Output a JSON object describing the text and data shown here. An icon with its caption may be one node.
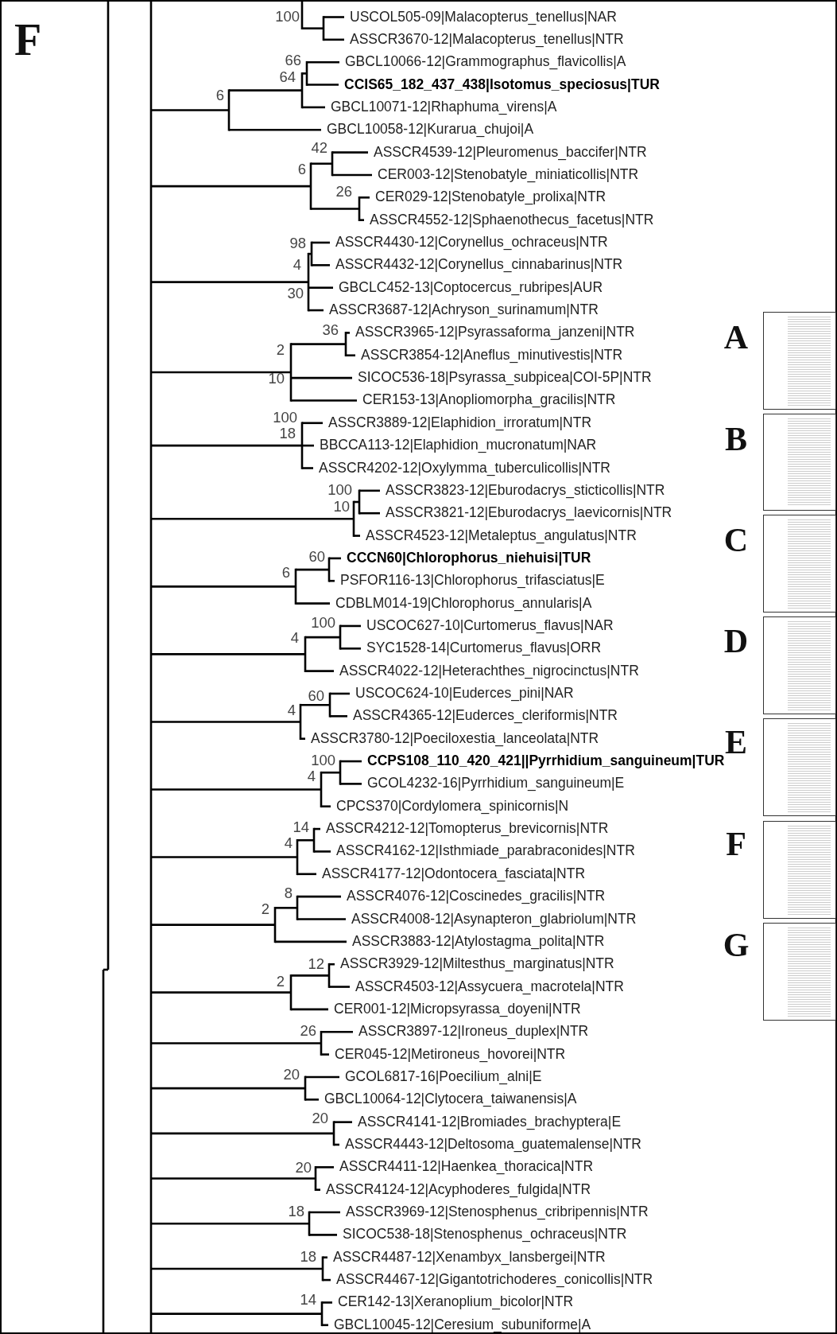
{
  "diagram": {
    "labels": [
      "F",
      "100",
      "USCOL505-09|Malacopterus_tenellus|NAR",
      "ASSCR3670-12|Malacopterus_tenellus|NTR",
      "66",
      "GBCL10066-12|Grammographus_flavicollis|A",
      "64",
      "CCIS65_182_437_438|Isotomus_speciosus|TUR",
      "6",
      "GBCL10071-12|Rhaphuma_virens|A",
      "GBCL10058-12|Kurarua_chujoi|A",
      "42",
      "ASSCR4539-12|Pleuromenus_baccifer|NTR",
      "6",
      "CER003-12|Stenobatyle_miniaticollis|NTR",
      "26",
      "CER029-12|Stenobatyle_prolixa|NTR",
      "ASSCR4552-12|Sphaenothecus_facetus|NTR",
      "98",
      "ASSCR4430-12|Corynellus_ochraceus|NTR",
      "4",
      "ASSCR4432-12|Corynellus_cinnabarinus|NTR",
      "30",
      "GBCLC452-13|Coptocercus_rubripes|AUR",
      "ASSCR3687-12|Achryson_surinamum|NTR",
      "36",
      "ASSCR3965-12|Psyrassaforma_janzeni|NTR",
      "A",
      "2",
      "ASSCR3854-12|Aneflus_minutivestis|NTR",
      "10",
      "SICOC536-18|Psyrassa_subpicea|COI-5P|NTR",
      "CER153-13|Anopliomorpha_gracilis|NTR",
      "100",
      "ASSCR3889-12|Elaphidion_irroratum|NTR",
      "18",
      "BBCCA113-12|Elaphidion_mucronatum|NAR",
      "B",
      "ASSCR4202-12|Oxylymma_tuberculicollis|NTR",
      "100",
      "ASSCR3823-12|Eburodacrys_sticticollis|NTR",
      "10",
      "ASSCR3821-12|Eburodacrys_laevicornis|NTR",
      "ASSCR4523-12|Metaleptus_angulatus|NTR",
      "C",
      "60",
      "CCCN60|Chlorophorus_niehuisi|TUR",
      "6",
      "PSFOR116-13|Chlorophorus_trifasciatus|E",
      "CDBLM014-19|Chlorophorus_annularis|A",
      "100",
      "USCOC627-10|Curtomerus_flavus|NAR",
      "4",
      "D",
      "SYC1528-14|Curtomerus_flavus|ORR",
      "ASSCR4022-12|Heterachthes_nigrocinctus|NTR",
      "60",
      "USCOC624-10|Euderces_pini|NAR",
      "4",
      "ASSCR4365-12|Euderces_cleriformis|NTR",
      "ASSCR3780-12|Poeciloxestia_lanceolata|NTR",
      "E",
      "100",
      "CCPS108_110_420_421||Pyrrhidium_sanguineum|TUR",
      "4",
      "GCOL4232-16|Pyrrhidium_sanguineum|E",
      "CPCS370|Cordylomera_spinicornis|N",
      "14",
      "ASSCR4212-12|Tomopterus_brevicornis|NTR",
      "4",
      "ASSCR4162-12|Isthmiade_parabraconides|NTR",
      "F",
      "ASSCR4177-12|Odontocera_fasciata|NTR",
      "8",
      "ASSCR4076-12|Coscinedes_gracilis|NTR",
      "2",
      "ASSCR4008-12|Asynapteron_glabriolum|NTR",
      "ASSCR3883-12|Atylostagma_polita|NTR",
      "G",
      "12",
      "ASSCR3929-12|Miltesthus_marginatus|NTR",
      "2",
      "ASSCR4503-12|Assycuera_macrotela|NTR",
      "CER001-12|Micropsyrassa_doyeni|NTR",
      "26",
      "ASSCR3897-12|Ironeus_duplex|NTR",
      "CER045-12|Metironeus_hovorei|NTR",
      "20",
      "GCOL6817-16|Poecilium_alni|E",
      "GBCL10064-12|Clytocera_taiwanensis|A",
      "20",
      "ASSCR4141-12|Bromiades_brachyptera|E",
      "ASSCR4443-12|Deltosoma_guatemalense|NTR",
      "20",
      "ASSCR4411-12|Haenkea_thoracica|NTR",
      "ASSCR4124-12|Acyphoderes_fulgida|NTR",
      "18",
      "ASSCR3969-12|Stenosphenus_cribripennis|NTR",
      "SICOC538-18|Stenosphenus_ochraceus|NTR",
      "18",
      "ASSCR4487-12|Xenambyx_lansbergei|NTR",
      "ASSCR4467-12|Gigantotrichoderes_conicollis|NTR",
      "14",
      "CER142-13|Xeranoplium_bicolor|NTR",
      "GBCL10045-12|Ceresium_subuniforme|A"
    ]
  }
}
